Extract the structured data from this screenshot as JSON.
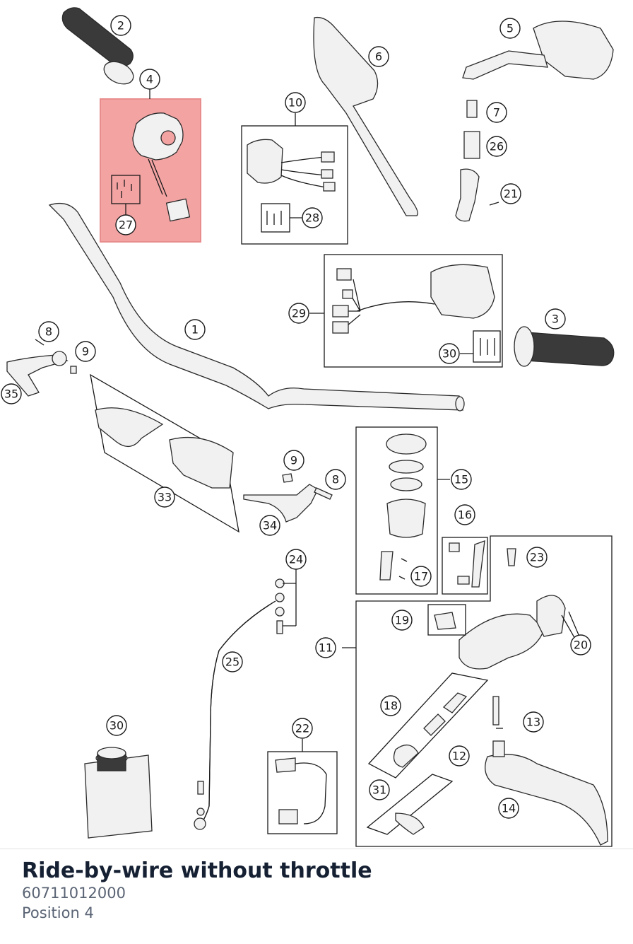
{
  "caption": {
    "title": "Ride-by-wire without throttle",
    "part_number": "60711012000",
    "position": "Position 4"
  },
  "highlight": {
    "callout": "4",
    "color": "#f4a3a3"
  },
  "callouts": [
    "1",
    "2",
    "3",
    "4",
    "5",
    "6",
    "7",
    "8",
    "9",
    "10",
    "11",
    "12",
    "13",
    "14",
    "15",
    "16",
    "17",
    "18",
    "19",
    "20",
    "21",
    "22",
    "23",
    "24",
    "25",
    "26",
    "27",
    "28",
    "29",
    "30",
    "31",
    "33",
    "34",
    "35",
    "8",
    "9",
    "30"
  ],
  "colors": {
    "outline": "#1a1a1a",
    "highlight": "#f4a3a3",
    "title": "#152033",
    "meta": "#5a6474"
  }
}
